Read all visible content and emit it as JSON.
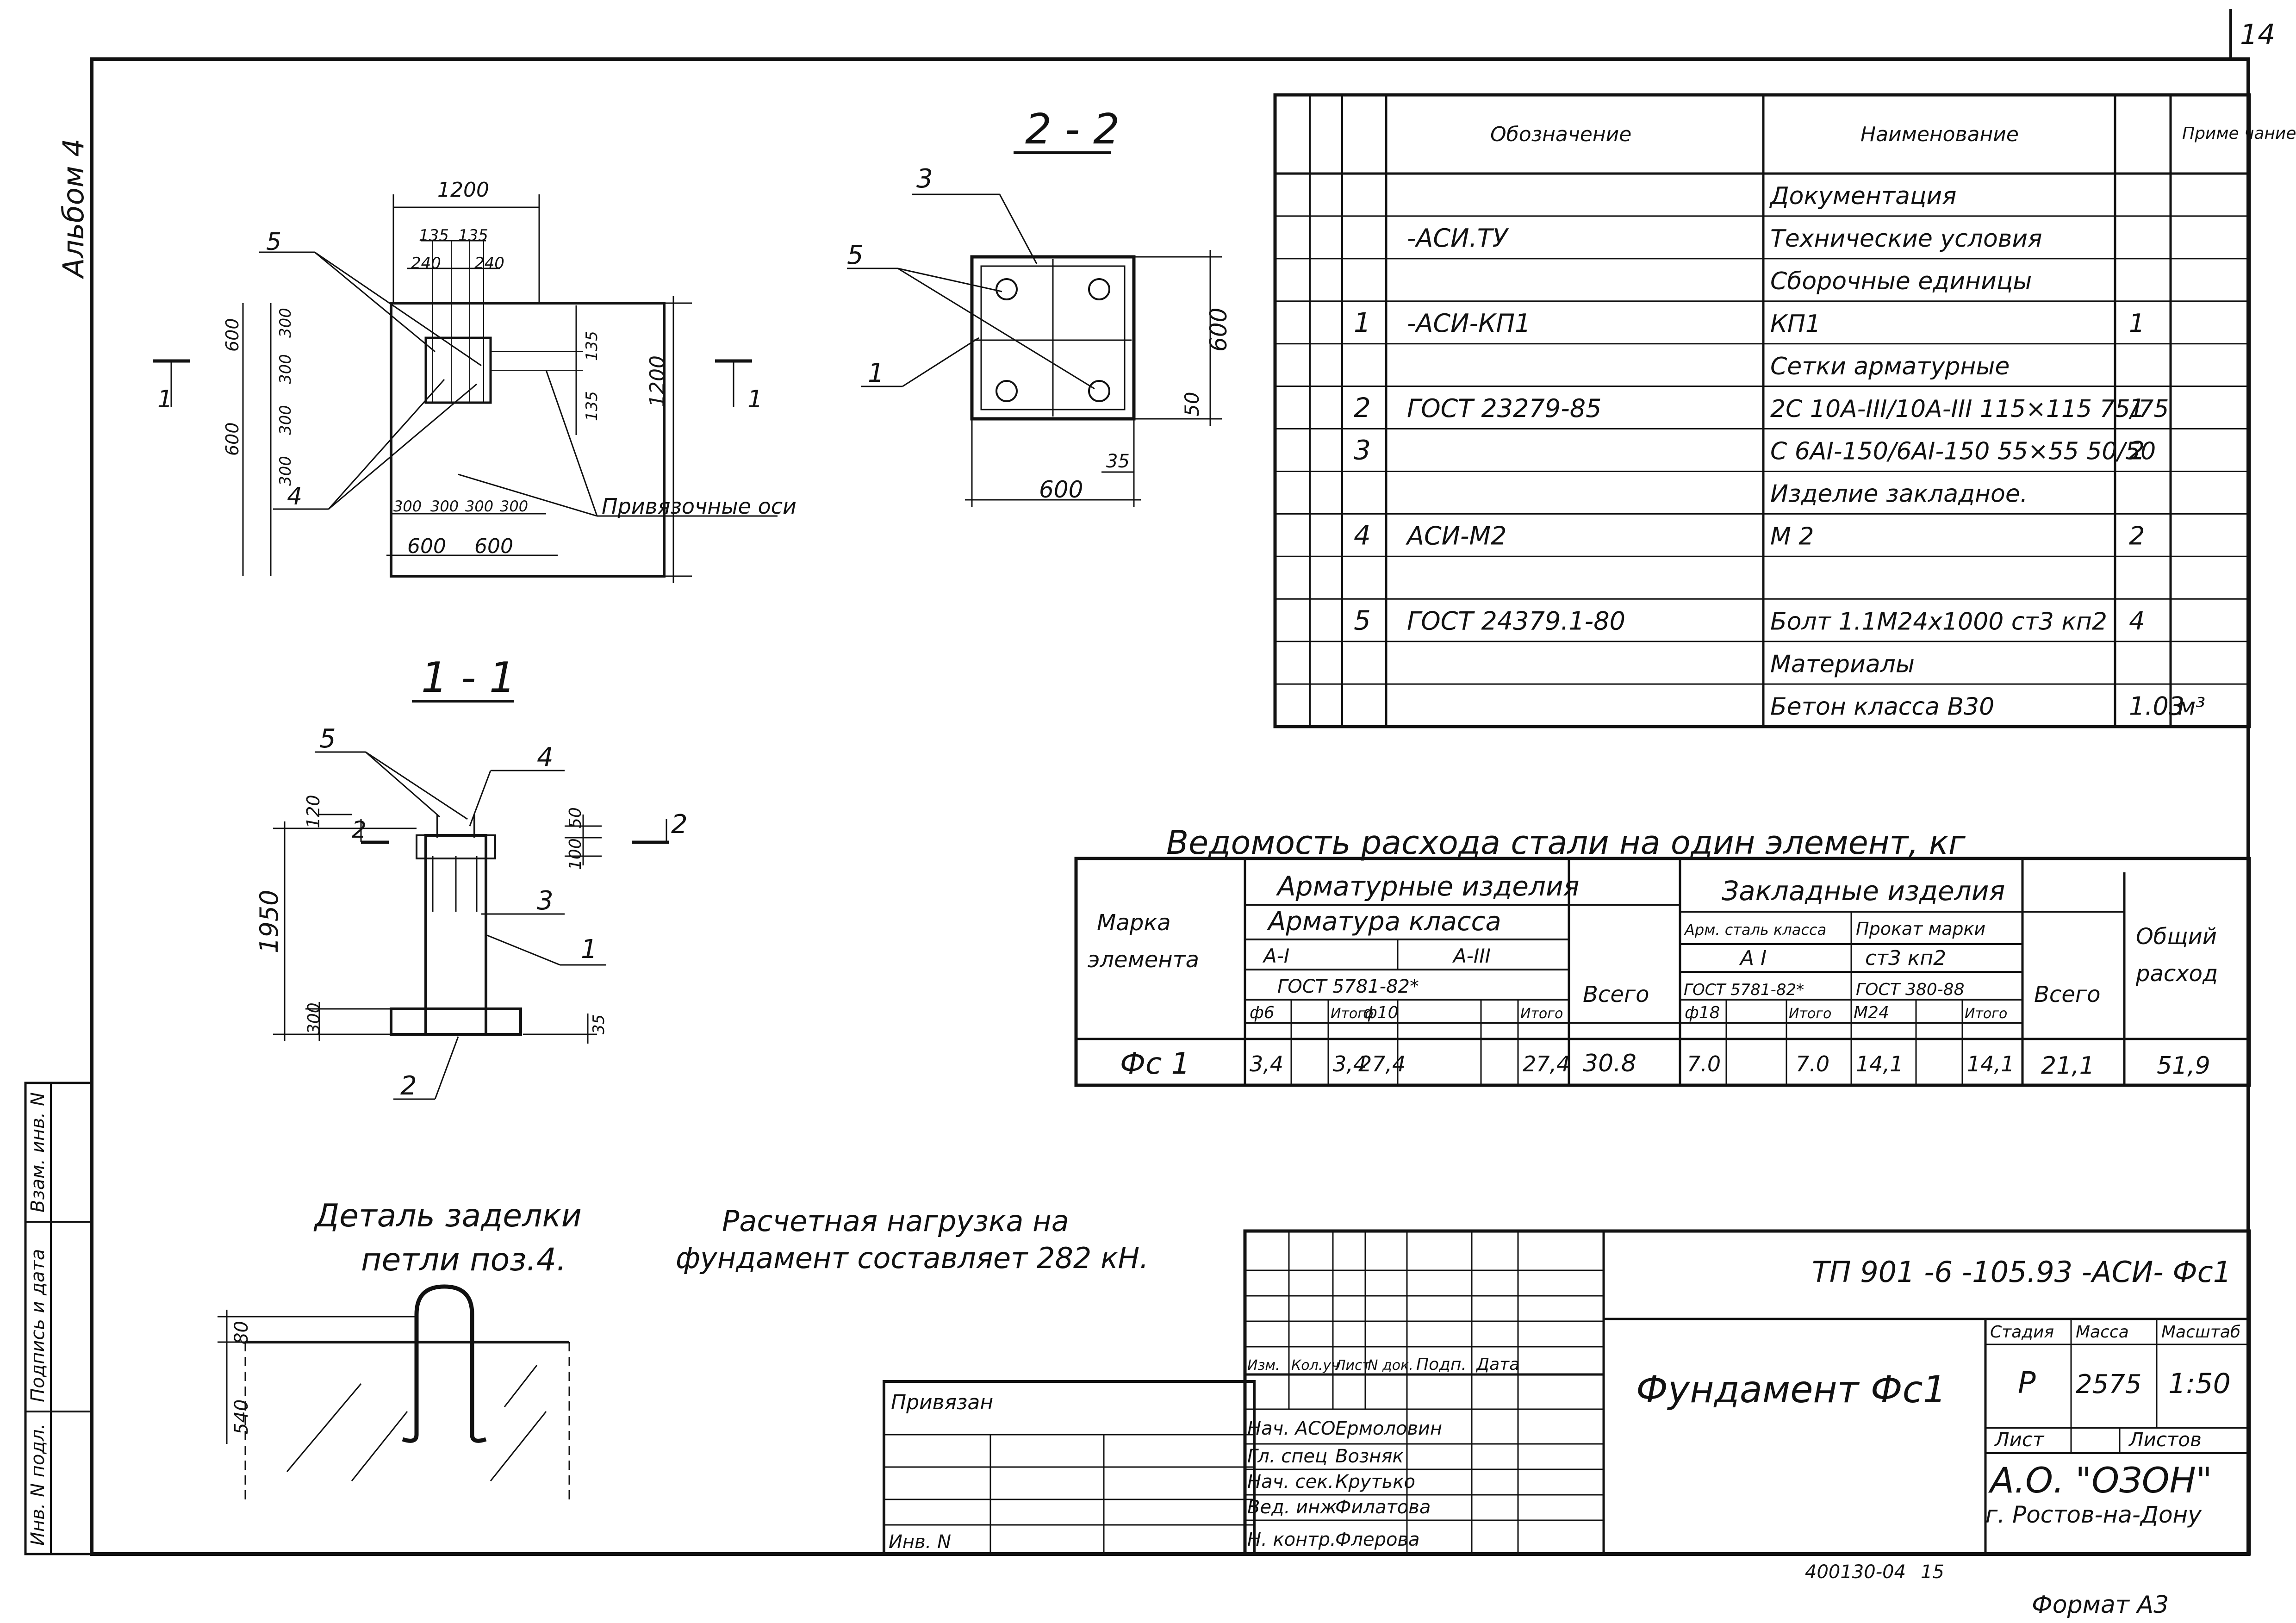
{
  "page": {
    "number": "14",
    "album": "Альбом 4",
    "format": "Формат А3",
    "inventory_code": "400130-04",
    "inventory_sheet": "15"
  },
  "plan_view": {
    "dims": [
      "1200",
      "135",
      "135",
      "240",
      "240",
      "600",
      "300",
      "300",
      "600",
      "300",
      "300",
      "1200",
      "135",
      "135",
      "300",
      "300",
      "300",
      "300",
      "600",
      "600"
    ],
    "leaders": [
      "5",
      "4"
    ],
    "section_mark": "1",
    "axes_label": "Привязочные оси"
  },
  "section_22": {
    "title": "2 - 2",
    "dims": [
      "600",
      "600",
      "50",
      "35"
    ],
    "leaders": [
      "3",
      "5",
      "1"
    ]
  },
  "section_11": {
    "title": "1 - 1",
    "dims": [
      "120",
      "50",
      "100",
      "1950",
      "300",
      "35"
    ],
    "leaders": [
      "5",
      "4",
      "3",
      "1",
      "2"
    ],
    "marks": [
      "2",
      "2"
    ]
  },
  "spec_table": {
    "headers": {
      "designation": "Обозначение",
      "name": "Наименование",
      "note": "Приме чание"
    },
    "rows": [
      {
        "pos": "",
        "designation": "",
        "name": "Документация",
        "qty": "",
        "note": ""
      },
      {
        "pos": "",
        "designation": "-АСИ.ТУ",
        "name": "Технические условия",
        "qty": "",
        "note": ""
      },
      {
        "pos": "",
        "designation": "",
        "name": "Сборочные единицы",
        "qty": "",
        "note": ""
      },
      {
        "pos": "1",
        "designation": "-АСИ-КП1",
        "name": "КП1",
        "qty": "1",
        "note": ""
      },
      {
        "pos": "",
        "designation": "",
        "name": "Сетки арматурные",
        "qty": "",
        "note": ""
      },
      {
        "pos": "2",
        "designation": "ГОСТ 23279-85",
        "name": "2С 10А-III/10А-III 115×115 75/75",
        "qty": "1",
        "note": ""
      },
      {
        "pos": "3",
        "designation": "",
        "name": "С 6АI-150/6АI-150 55×55 50/50",
        "qty": "2",
        "note": ""
      },
      {
        "pos": "",
        "designation": "",
        "name": "Изделие закладное.",
        "qty": "",
        "note": ""
      },
      {
        "pos": "4",
        "designation": "АСИ-М2",
        "name": "М 2",
        "qty": "2",
        "note": ""
      },
      {
        "pos": "",
        "designation": "",
        "name": "",
        "qty": "",
        "note": ""
      },
      {
        "pos": "5",
        "designation": "ГОСТ 24379.1-80",
        "name": "Болт 1.1М24х1000 ст3 кп2",
        "qty": "4",
        "note": ""
      },
      {
        "pos": "",
        "designation": "",
        "name": "Материалы",
        "qty": "",
        "note": ""
      },
      {
        "pos": "",
        "designation": "",
        "name": "Бетон класса В30",
        "qty": "1.03",
        "note": "м³"
      }
    ]
  },
  "steel_table": {
    "title": "Ведомость расхода стали на один элемент, кг",
    "h_mark": [
      "Марка",
      "элемента"
    ],
    "h_rebar": "Арматурные изделия",
    "h_rebar_class": "Арматура класса",
    "h_AI": "А-I",
    "h_AIII": "А-III",
    "h_gost5781": "ГОСТ 5781-82*",
    "h_f6": "ф6",
    "h_itogo1": "Итого",
    "h_f10": "ф10",
    "h_itogo2": "Итого",
    "h_vsego1": "Всего",
    "h_embed": "Закладные изделия",
    "h_arm_steel": "Арм. сталь класса",
    "h_rolled": "Прокат марки",
    "h_AI2": "А I",
    "h_st3kp2": "ст3 кп2",
    "h_gost5781b": "ГОСТ 5781-82*",
    "h_gost380": "ГОСТ 380-88",
    "h_f18": "ф18",
    "h_itogo3": "Итого",
    "h_m24": "М24",
    "h_itogo4": "Итого",
    "h_vsego2": "Всего",
    "h_total": [
      "Общий",
      "расход"
    ],
    "row": {
      "mark": "Фс 1",
      "f6": "3,4",
      "itogo1": "3,4",
      "f10": "27,4",
      "itogo2": "27,4",
      "vsego1": "30.8",
      "f18": "7.0",
      "itogo3": "7.0",
      "m24": "14,1",
      "itogo4": "14,1",
      "vsego2": "21,1",
      "total": "51,9"
    }
  },
  "detail": {
    "title": [
      "Деталь заделки",
      "петли поз.4."
    ],
    "dims": [
      "80",
      "540"
    ]
  },
  "load_note": [
    "Расчетная нагрузка на",
    "фундамент составляет 282 кН."
  ],
  "left_strip": [
    "Инв. N подл.",
    "Подпись и дата",
    "Взам. инв. N"
  ],
  "title_block": {
    "code": "ТП 901 -6 -105.93 -АСИ- Фс1",
    "title": "Фундамент Фс1",
    "company": "А.О. \"ОЗОН\"",
    "city": "г. Ростов-на-Дону",
    "h_stage": "Стадия",
    "h_mass": "Масса",
    "h_scale": "Масштаб",
    "stage": "Р",
    "mass": "2575",
    "scale": "1:50",
    "h_sheet": "Лист",
    "h_sheets": "Листов",
    "tied": "Привязан",
    "inv": "Инв. N",
    "h_cols": [
      "Изм.",
      "Кол.уч",
      "Лист",
      "N док.",
      "Подп.",
      "Дата"
    ],
    "signers": [
      {
        "role": "Нач. АСО",
        "name": "Ермоловин"
      },
      {
        "role": "Гл. спец",
        "name": "Возняк"
      },
      {
        "role": "Нач. сек.",
        "name": "Крутько"
      },
      {
        "role": "Вед. инж",
        "name": "Филатова"
      },
      {
        "role": "Н. контр.",
        "name": "Флерова"
      }
    ]
  }
}
